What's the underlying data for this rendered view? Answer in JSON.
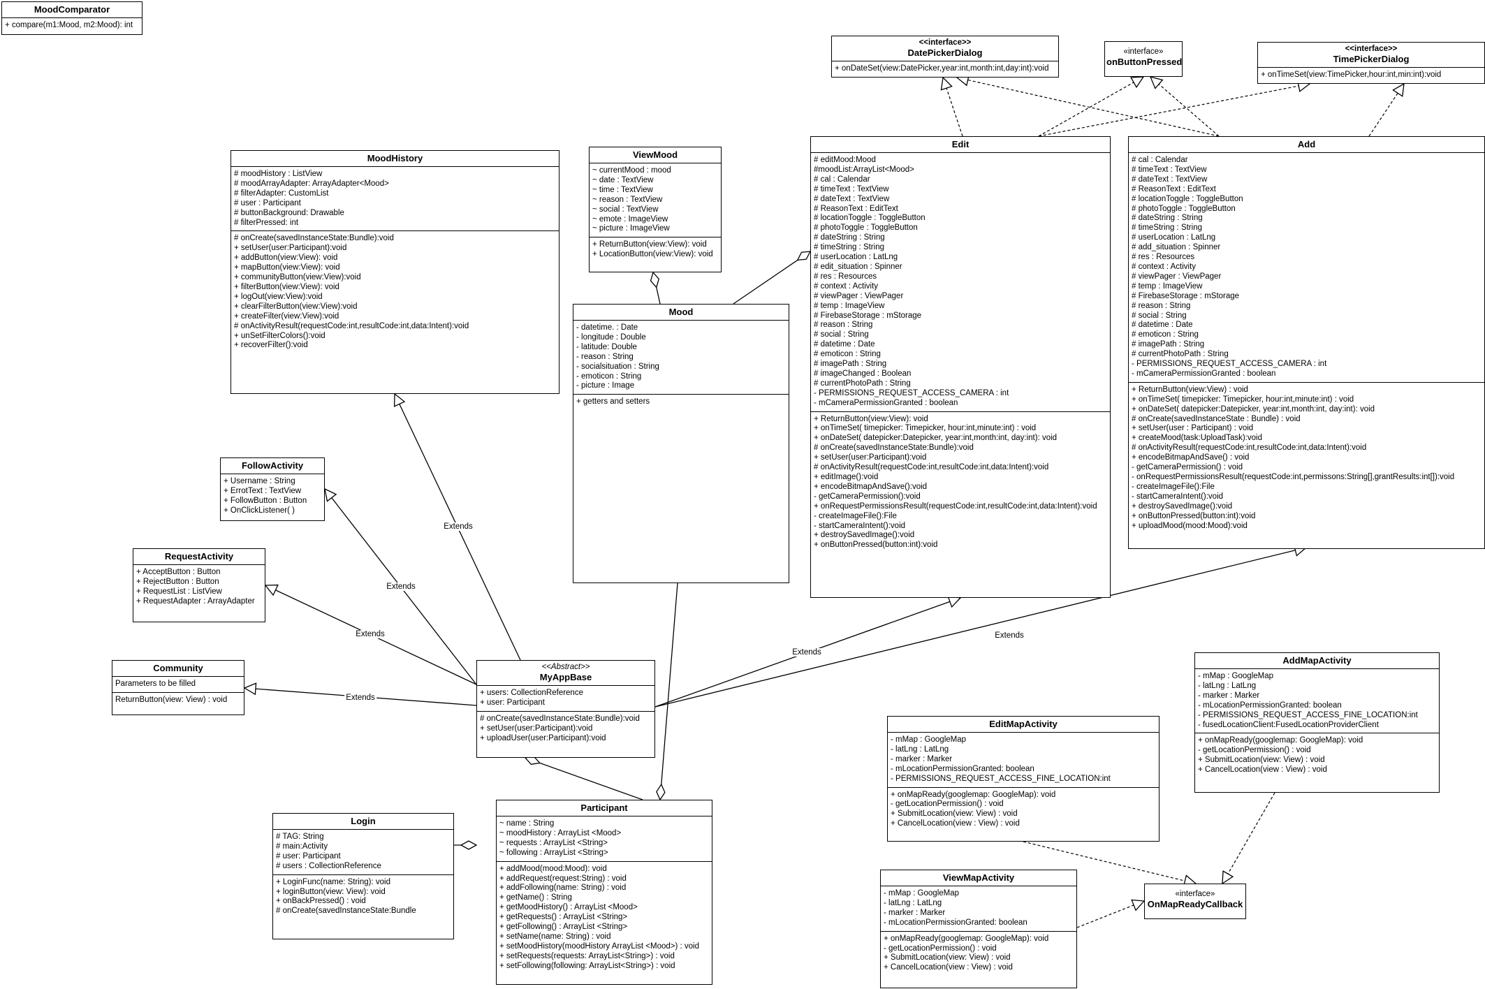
{
  "diagram": {
    "classes": [
      {
        "id": "MoodComparator",
        "name": "MoodComparator",
        "stereotype": "",
        "attributes": [],
        "methods": [
          "+ compare(m1:Mood, m2:Mood): int"
        ]
      },
      {
        "id": "DatePickerDialog",
        "name": "DatePickerDialog",
        "stereotype": "<<interface>>",
        "attributes": [],
        "methods": [
          "+ onDateSet(view:DatePicker,year:int,month:int,day:int):void"
        ]
      },
      {
        "id": "onButtonPressed",
        "name": "onButtonPressed",
        "stereotype": "«interface»",
        "attributes": [],
        "methods": []
      },
      {
        "id": "TimePickerDialog",
        "name": "TimePickerDialog",
        "stereotype": "<<interface>>",
        "attributes": [],
        "methods": [
          "+ onTimeSet(view:TimePicker,hour:int,min:int):void"
        ]
      },
      {
        "id": "MoodHistory",
        "name": "MoodHistory",
        "stereotype": "",
        "attributes": [
          "# moodHistory : ListView",
          "# moodArrayAdapter: ArrayAdapter<Mood>",
          "# filterAdapter: CustomList",
          "# user : Participant",
          "# buttonBackground: Drawable",
          "# filterPressed: int"
        ],
        "methods": [
          "# onCreate(savedInstanceState:Bundle):void",
          "+ setUser(user:Participant):void",
          "+ addButton(view:View): void",
          "+ mapButton(view:View): void",
          "+ communityButton(view:View):void",
          "+ filterButton(view:View): void",
          "+ logOut(view:View):void",
          "+ clearFilterButton(view:View):void",
          "+ createFilter(view:View):void",
          "# onActivityResult(requestCode:int,resultCode:int,data:Intent):void",
          "+ unSetFilterColors():void",
          "+ recoverFilter():void"
        ]
      },
      {
        "id": "ViewMood",
        "name": "ViewMood",
        "stereotype": "",
        "attributes": [
          "~ currentMood : mood",
          "~ date : TextView",
          "~ time : TextView",
          "~ reason : TextView",
          "~ social : TextView",
          "~ emote : ImageView",
          "~ picture : ImageView"
        ],
        "methods": [
          "+ ReturnButton(view:View): void",
          "+ LocationButton(view:View): void"
        ]
      },
      {
        "id": "Mood",
        "name": "Mood",
        "stereotype": "",
        "attributes": [
          "- datetime. : Date",
          "- longitude : Double",
          "- latitude: Double",
          "- reason : String",
          "- socialsituation : String",
          "- emoticon : String",
          "- picture : Image"
        ],
        "methods": [
          "+ getters and setters"
        ]
      },
      {
        "id": "Edit",
        "name": "Edit",
        "stereotype": "",
        "attributes": [
          "# editMood:Mood",
          "#moodList:ArrayList<Mood>",
          "# cal : Calendar",
          "# timeText : TextView",
          "# dateText : TextView",
          "# ReasonText : EditText",
          "# locationToggle : ToggleButton",
          "# photoToggle : ToggleButton",
          "# dateString : String",
          "# timeString : String",
          "# userLocation : LatLng",
          "# edit_situation : Spinner",
          "# res : Resources",
          "# context : Activity",
          "# viewPager : ViewPager",
          "# temp : ImageView",
          "# FirebaseStorage : mStorage",
          "# reason : String",
          "# social : String",
          "# datetime : Date",
          "# emoticon : String",
          "# imagePath : String",
          "# imageChanged : Boolean",
          "# currentPhotoPath : String",
          "- PERMISSIONS_REQUEST_ACCESS_CAMERA : int",
          "- mCameraPermissionGranted : boolean"
        ],
        "methods": [
          "+ ReturnButton(view:View): void",
          "+ onTimeSet( timepicker: Timepicker, hour:int,minute:int) : void",
          "+ onDateSet( datepicker:Datepicker, year:int,month:int, day:int): void",
          "# onCreate(savedInstanceState:Bundle):void",
          "+ setUser(user:Participant):void",
          "# onActivityResult(requestCode:int,resultCode:int,data:Intent):void",
          "+ editImage():void",
          "+ encodeBitmapAndSave():void",
          "- getCameraPermission():void",
          "+ onRequestPermissionsResult(requestCode:int,resultCode:int,data:Intent):void",
          "- createImageFile():File",
          "- startCameraIntent():void",
          "+ destroySavedImage():void",
          "+ onButtonPressed(button:int):void"
        ]
      },
      {
        "id": "Add",
        "name": "Add",
        "stereotype": "",
        "attributes": [
          "# cal : Calendar",
          "# timeText : TextView",
          "# dateText : TextView",
          "# ReasonText : EditText",
          "# locationToggle : ToggleButton",
          "# photoToggle : ToggleButton",
          "# dateString : String",
          "# timeString : String",
          "# userLocation : LatLng",
          "# add_situation : Spinner",
          "# res : Resources",
          "# context : Activity",
          "# viewPager : ViewPager",
          "# temp : ImageView",
          "# FirebaseStorage : mStorage",
          "# reason : String",
          "# social : String",
          "# datetime : Date",
          "# emoticon : String",
          "# imagePath : String",
          "# currentPhotoPath : String",
          "- PERMISSIONS_REQUEST_ACCESS_CAMERA : int",
          "- mCameraPermissionGranted : boolean"
        ],
        "methods": [
          "+ ReturnButton(view:View) : void",
          "+ onTimeSet( timepicker: Timepicker, hour:int,minute:int) : void",
          "+ onDateSet( datepicker:Datepicker, year:int,month:int, day:int): void",
          "# onCreate(savedInstanceState : Bundle) : void",
          "+ setUser(user : Participant) : void",
          "+ createMood(task:UploadTask):void",
          "# onActivityResult(requestCode:int,resultCode:int,data:Intent):void",
          "+ encodeBitmapAndSave() : void",
          "- getCameraPermission() : void",
          "- onRequestPermissionsResult(requestCode:int,permissons:String[],grantResults:int[]):void",
          "- createImageFile():File",
          "- startCameraIntent():void",
          "+ destroySavedImage():void",
          "+ onButtonPressed(button:int):void",
          "+ uploadMood(mood:Mood):void"
        ]
      },
      {
        "id": "FollowActivity",
        "name": "FollowActivity",
        "stereotype": "",
        "attributes": [
          "+ Username : String",
          "+ ErrotText : TextView",
          "+ FollowButton : Button",
          "+ OnClickListener( )"
        ],
        "methods": []
      },
      {
        "id": "RequestActivity",
        "name": "RequestActivity",
        "stereotype": "",
        "attributes": [
          "+ AcceptButton : Button",
          "+ RejectButton : Button",
          "+ RequestList : ListView",
          "+ RequestAdapter : ArrayAdapter"
        ],
        "methods": []
      },
      {
        "id": "Community",
        "name": "Community",
        "stereotype": "",
        "attributes": [
          "Parameters to be filled"
        ],
        "methods": [
          "ReturnButton(view: View) : void"
        ]
      },
      {
        "id": "MyAppBase",
        "name": "MyAppBase",
        "stereotype": "<<Abstract>>",
        "attributes": [
          "+ users: CollectionReference",
          "+ user: Participant"
        ],
        "methods": [
          "# onCreate(savedInstanceState:Bundle):void",
          "+ setUser(user:Participant):void",
          "+ uploadUser(user:Participant):void"
        ]
      },
      {
        "id": "Login",
        "name": "Login",
        "stereotype": "",
        "attributes": [
          "# TAG: String",
          "# main:Activity",
          "# user: Participant",
          "# users : CollectionReference"
        ],
        "methods": [
          "+ LoginFunc(name: String): void",
          "+ loginButton(view: View): void",
          "+ onBackPressed() : void",
          "# onCreate(savedInstanceState:Bundle"
        ]
      },
      {
        "id": "Participant",
        "name": "Participant",
        "stereotype": "",
        "attributes": [
          "~ name : String",
          "~ moodHistory : ArrayList <Mood>",
          "~ requests : ArrayList <String>",
          "~ following : ArrayList <String>"
        ],
        "methods": [
          "+ addMood(mood:Mood): void",
          "+ addRequest(request:String) : void",
          "+ addFollowing(name: String) : void",
          "+ getName() : String",
          "+ getMoodHistory() : ArrayList <Mood>",
          "+ getRequests() : ArrayList <String>",
          "+ getFollowing() : ArrayList <String>",
          "+ setName(name: String) : void",
          "+ setMoodHistory(moodHistory ArrayList <Mood>) : void",
          "+ setRequests(requests: ArrayList<String>) : void",
          "+ setFollowing(following: ArrayList<String>) : void"
        ]
      },
      {
        "id": "EditMapActivity",
        "name": "EditMapActivity",
        "stereotype": "",
        "attributes": [
          "- mMap : GoogleMap",
          "- latLng : LatLng",
          "- marker : Marker",
          "- mLocationPermissionGranted: boolean",
          "- PERMISSIONS_REQUEST_ACCESS_FINE_LOCATION:int"
        ],
        "methods": [
          "+ onMapReady(googlemap: GoogleMap): void",
          "- getLocationPermission() : void",
          "+ SubmitLocation(view: View) : void",
          "+ CancelLocation(view : View) : void"
        ]
      },
      {
        "id": "AddMapActivity",
        "name": "AddMapActivity",
        "stereotype": "",
        "attributes": [
          "- mMap : GoogleMap",
          "- latLng : LatLng",
          "- marker : Marker",
          "- mLocationPermissionGranted: boolean",
          "- PERMISSIONS_REQUEST_ACCESS_FINE_LOCATION:int",
          "- fusedLocationClient:FusedLocationProviderClient"
        ],
        "methods": [
          "+ onMapReady(googlemap: GoogleMap): void",
          "- getLocationPermission() : void",
          "+ SubmitLocation(view: View) : void",
          "+ CancelLocation(view : View) : void"
        ]
      },
      {
        "id": "ViewMapActivity",
        "name": "ViewMapActivity",
        "stereotype": "",
        "attributes": [
          "- mMap : GoogleMap",
          "- latLng : LatLng",
          "- marker : Marker",
          "- mLocationPermissionGranted: boolean"
        ],
        "methods": [
          "+ onMapReady(googlemap: GoogleMap): void",
          "- getLocationPermission() : void",
          "+ SubmitLocation(view: View) : void",
          "+ CancelLocation(view : View) : void"
        ]
      },
      {
        "id": "OnMapReadyCallback",
        "name": "OnMapReadyCallback",
        "stereotype": "«interface»",
        "attributes": [],
        "methods": []
      }
    ],
    "edge_labels": [
      "Extends",
      "Extends",
      "Extends",
      "Extends",
      "Extends",
      "Extends"
    ]
  }
}
